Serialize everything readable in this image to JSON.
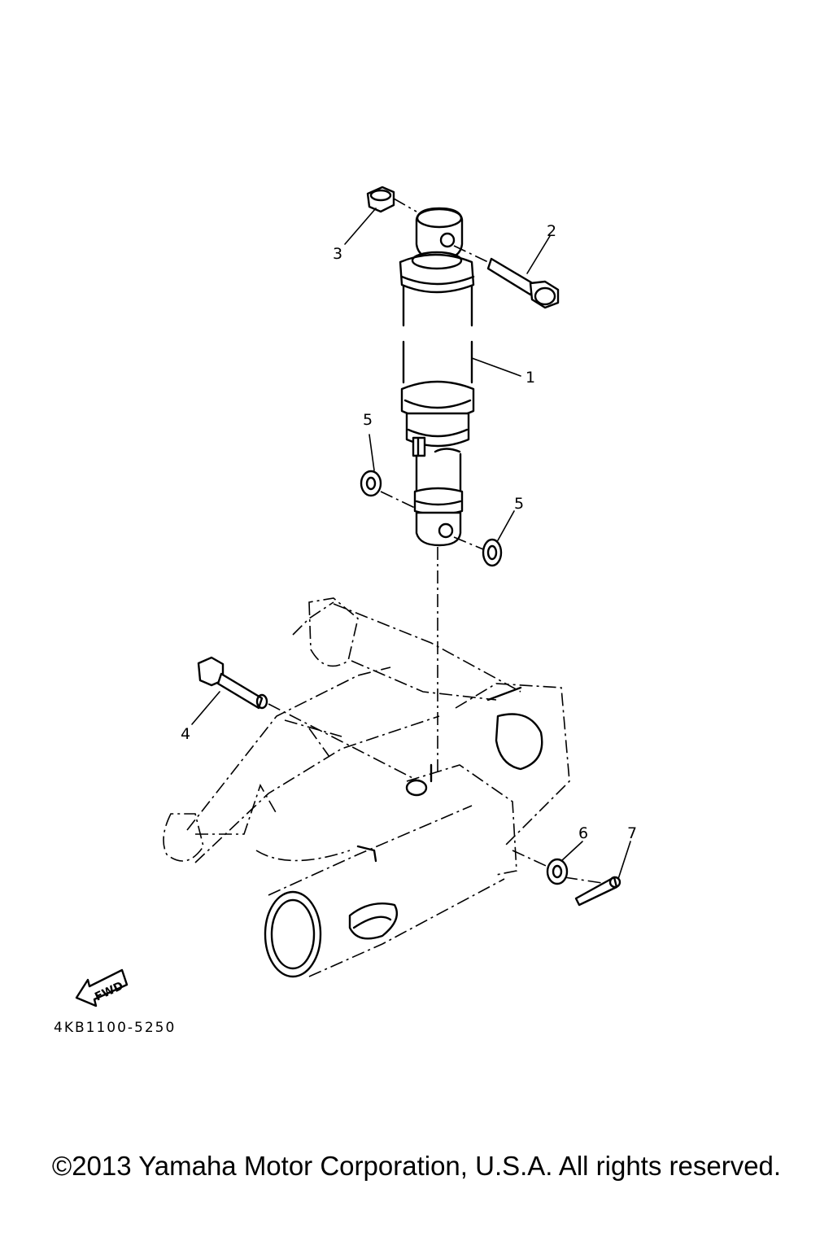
{
  "callouts": {
    "c1": "1",
    "c2": "2",
    "c3": "3",
    "c4": "4",
    "c5a": "5",
    "c5b": "5",
    "c6": "6",
    "c7": "7"
  },
  "fwd_label": "FWD",
  "part_code": "4KB1100-5250",
  "copyright": "©2013 Yamaha Motor Corporation, U.S.A. All rights reserved."
}
